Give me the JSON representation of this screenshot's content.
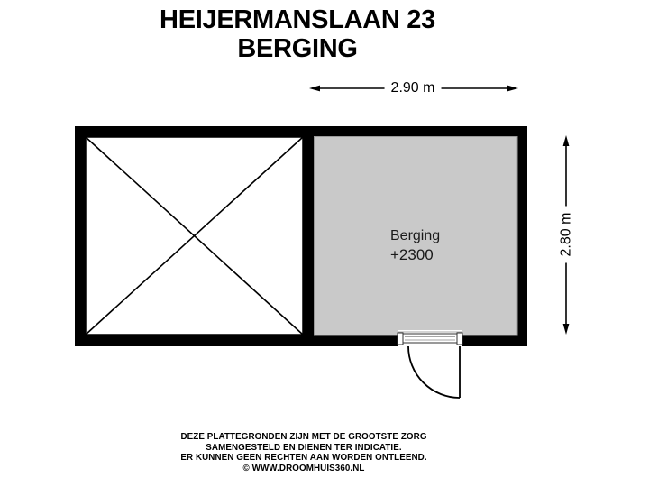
{
  "title": {
    "address": "HEIJERMANSLAAN 23",
    "floor": "BERGING"
  },
  "floorplan": {
    "room": {
      "name": "Berging",
      "ceiling_height": "+2300"
    },
    "dimensions": {
      "width": "2.90 m",
      "height": "2.80 m"
    }
  },
  "footer": {
    "lines": [
      "DEZE PLATTEGRONDEN ZIJN MET DE GROOTSTE ZORG",
      "SAMENGESTELD EN DIENEN TER INDICATIE.",
      "ER KUNNEN GEEN RECHTEN AAN WORDEN ONTLEEND.",
      "© WWW.DROOMHUIS360.NL"
    ]
  },
  "colors": {
    "wall": "#000000",
    "room_fill": "#c9c9c9",
    "room_border": "#9b9b9b",
    "background": "#ffffff",
    "label_text": "#1a1a1a"
  }
}
